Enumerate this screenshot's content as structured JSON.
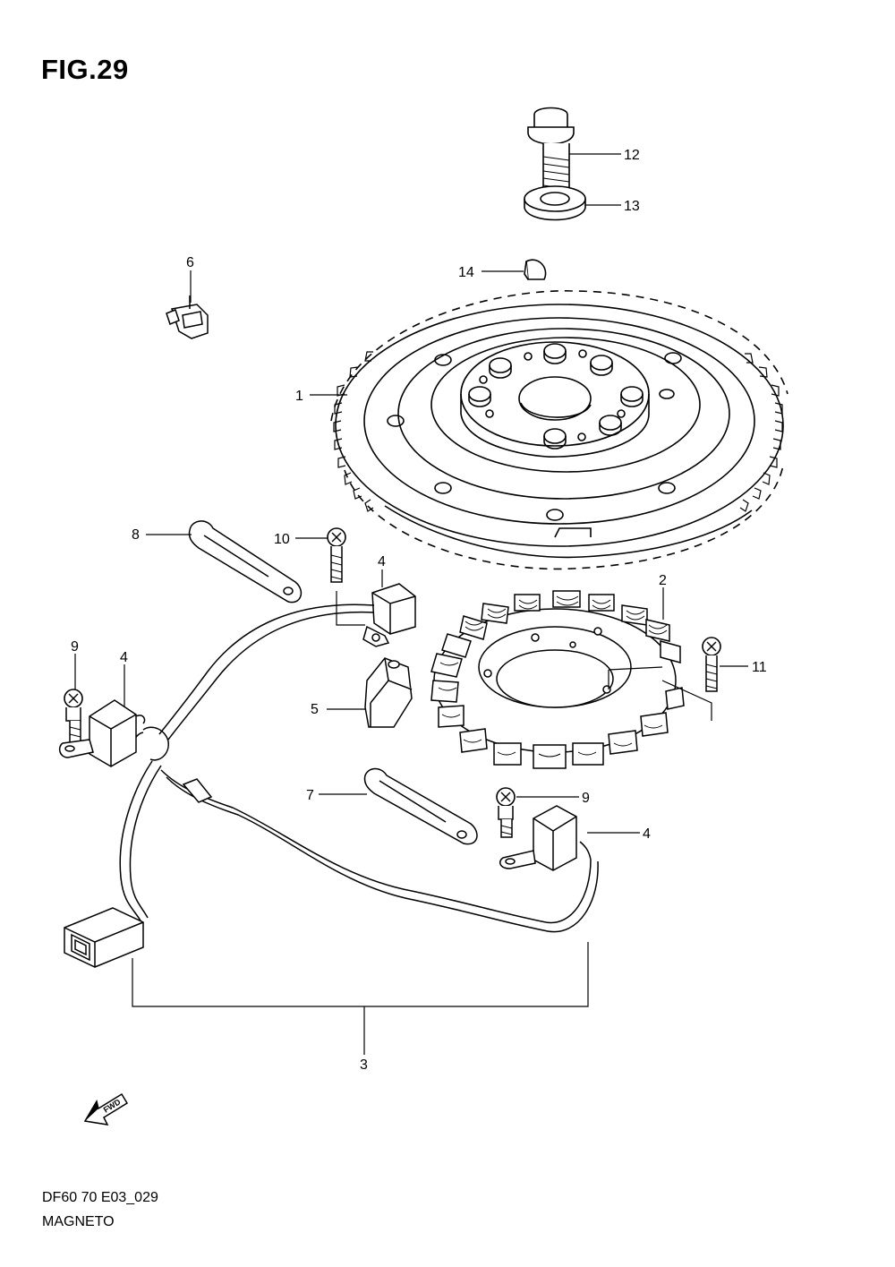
{
  "figure": {
    "title": "FIG.29"
  },
  "callouts": [
    {
      "id": "1",
      "label": "1"
    },
    {
      "id": "2",
      "label": "2"
    },
    {
      "id": "3",
      "label": "3"
    },
    {
      "id": "4a",
      "label": "4"
    },
    {
      "id": "4b",
      "label": "4"
    },
    {
      "id": "4c",
      "label": "4"
    },
    {
      "id": "5",
      "label": "5"
    },
    {
      "id": "6",
      "label": "6"
    },
    {
      "id": "7",
      "label": "7"
    },
    {
      "id": "8",
      "label": "8"
    },
    {
      "id": "9a",
      "label": "9"
    },
    {
      "id": "9b",
      "label": "9"
    },
    {
      "id": "10",
      "label": "10"
    },
    {
      "id": "11",
      "label": "11"
    },
    {
      "id": "12",
      "label": "12"
    },
    {
      "id": "13",
      "label": "13"
    },
    {
      "id": "14",
      "label": "14"
    }
  ],
  "fwd_label": "FWD",
  "footer": {
    "code": "DF60 70 E03_029",
    "name": "MAGNETO"
  }
}
